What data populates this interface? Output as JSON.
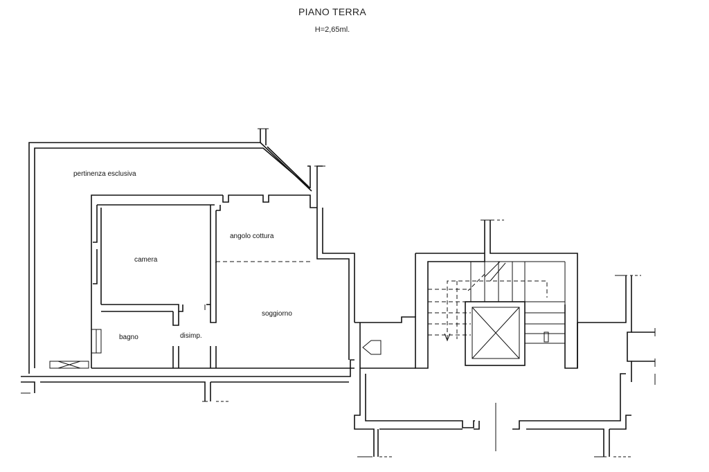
{
  "header": {
    "title": "PIANO TERRA",
    "height_note": "H=2,65ml."
  },
  "rooms": {
    "pertinenza": "pertinenza esclusiva",
    "camera": "camera",
    "angolo_cottura": "angolo cottura",
    "soggiorno": "soggiorno",
    "bagno": "bagno",
    "disimpegno": "disimp."
  },
  "colors": {
    "line": "#111111",
    "background": "#ffffff"
  },
  "icons": {
    "entrance": "entrance-arrow-icon",
    "elevator": "elevator-shaft-icon",
    "vent": "vent-grille-icon"
  }
}
